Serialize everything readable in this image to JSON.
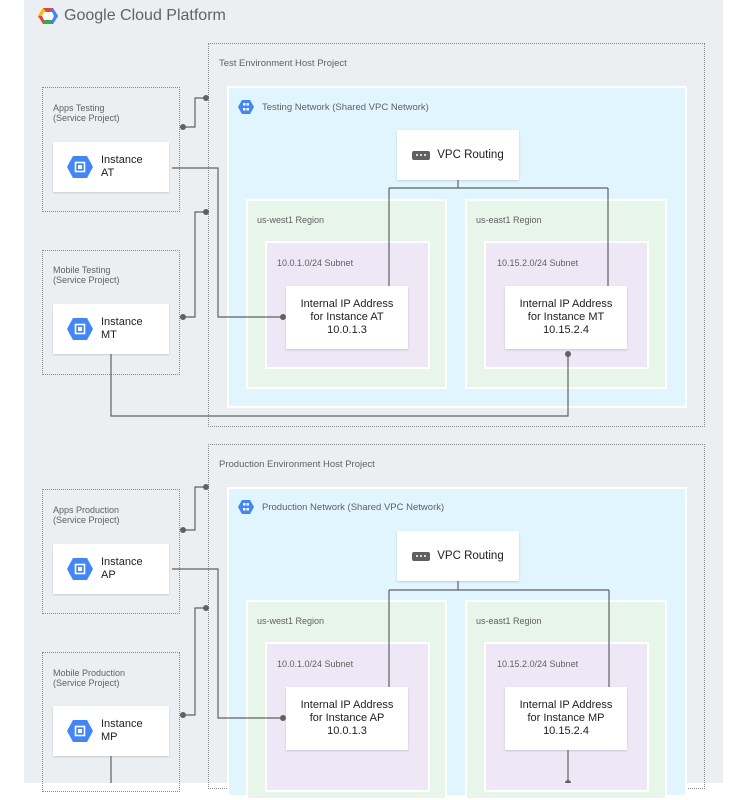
{
  "brand": {
    "name": "Google Cloud Platform"
  },
  "colors": {
    "canvas": "#eceff1",
    "network": "#e1f5fe",
    "region": "#e8f5e9",
    "subnet": "#ede7f6",
    "connector": "#616161",
    "icon_blue": "#4285f4"
  },
  "test": {
    "host_label": "Test Environment Host Project",
    "network_label": "Testing Network (Shared VPC Network)",
    "vpc_routing": "VPC Routing",
    "projects": [
      {
        "name": "Apps Testing",
        "type": "(Service Project)",
        "instance_line1": "Instance",
        "instance_line2": "AT"
      },
      {
        "name": "Mobile Testing",
        "type": "(Service Project)",
        "instance_line1": "Instance",
        "instance_line2": "MT"
      }
    ],
    "regions": [
      {
        "name": "us-west1 Region",
        "subnet": "10.0.1.0/24 Subnet",
        "ip_line1": "Internal IP Address",
        "ip_line2": "for Instance AT",
        "ip_line3": "10.0.1.3"
      },
      {
        "name": "us-east1 Region",
        "subnet": "10.15.2.0/24 Subnet",
        "ip_line1": "Internal IP Address",
        "ip_line2": "for Instance MT",
        "ip_line3": "10.15.2.4"
      }
    ]
  },
  "prod": {
    "host_label": "Production Environment Host Project",
    "network_label": "Production Network (Shared VPC Network)",
    "vpc_routing": "VPC Routing",
    "projects": [
      {
        "name": "Apps Production",
        "type": "(Service Project)",
        "instance_line1": "Instance",
        "instance_line2": "AP"
      },
      {
        "name": "Mobile Production",
        "type": "(Service Project)",
        "instance_line1": "Instance",
        "instance_line2": "MP"
      }
    ],
    "regions": [
      {
        "name": "us-west1 Region",
        "subnet": "10.0.1.0/24 Subnet",
        "ip_line1": "Internal IP Address",
        "ip_line2": "for Instance AP",
        "ip_line3": "10.0.1.3"
      },
      {
        "name": "us-east1 Region",
        "subnet": "10.15.2.0/24 Subnet",
        "ip_line1": "Internal IP Address",
        "ip_line2": "for Instance MP",
        "ip_line3": "10.15.2.4"
      }
    ]
  }
}
